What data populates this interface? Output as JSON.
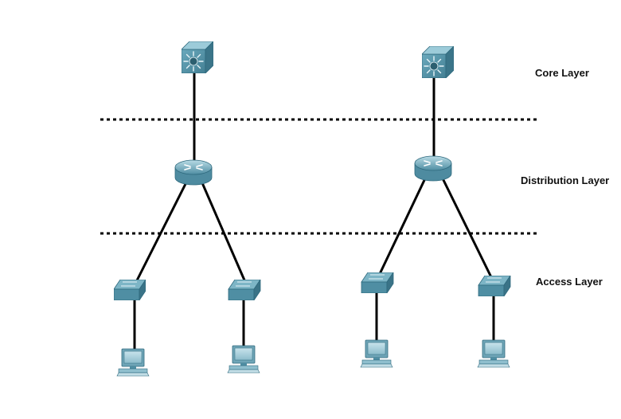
{
  "layers": {
    "core": "Core Layer",
    "distribution": "Distribution Layer",
    "access": "Access Layer"
  },
  "topology": {
    "branches": [
      {
        "core": "multilayer-switch",
        "distribution": "router",
        "access": [
          {
            "switch": "switch",
            "host": "pc"
          },
          {
            "switch": "switch",
            "host": "pc"
          }
        ]
      },
      {
        "core": "multilayer-switch",
        "distribution": "router",
        "access": [
          {
            "switch": "switch",
            "host": "pc"
          },
          {
            "switch": "switch",
            "host": "pc"
          }
        ]
      }
    ]
  },
  "colors": {
    "device": "#5e9bb0",
    "device_dark": "#3f7d92",
    "device_light": "#9cc9d6",
    "link": "#000000",
    "separator": "#000000"
  }
}
